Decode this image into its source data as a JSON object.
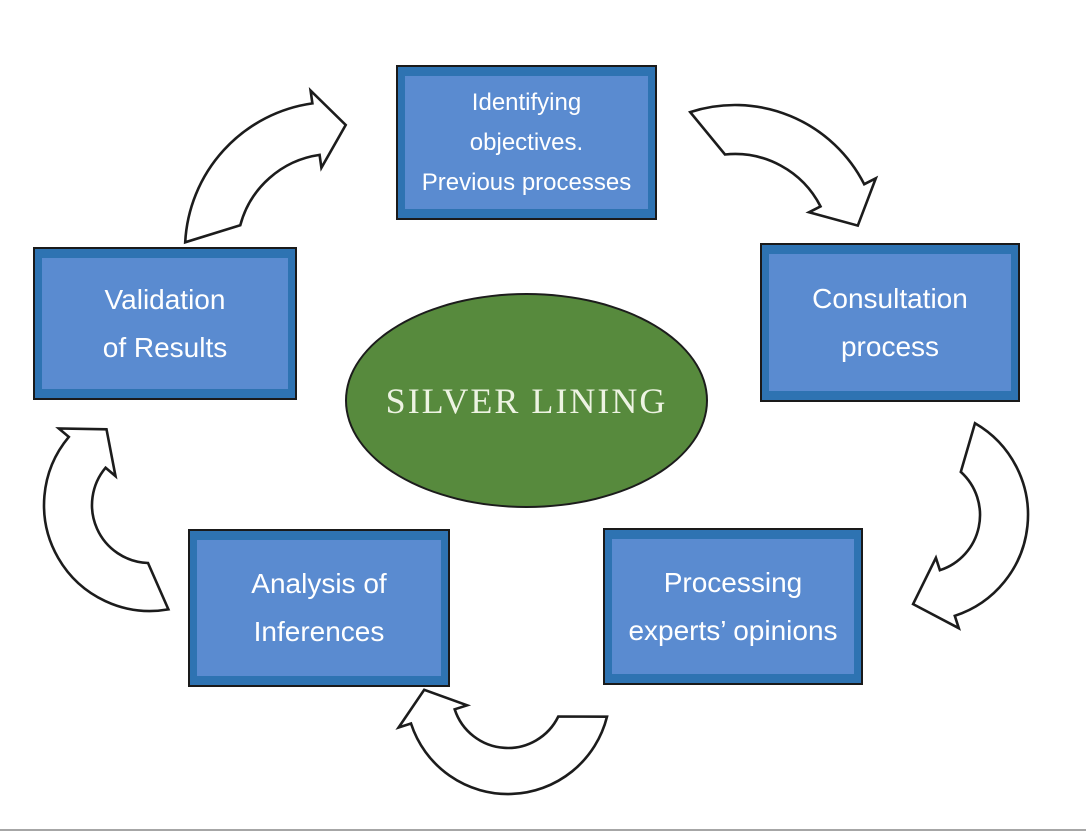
{
  "page": {
    "background": "#ffffff",
    "bottom_rule_color": "#a6a6a6"
  },
  "diagram": {
    "center_ellipse": {
      "label": "SILVER LINING",
      "fill": "#578a3d",
      "border": "#1c1c1c",
      "text_color": "#edf3e2"
    },
    "box_style": {
      "fill": "#5a8bd0",
      "band": "#2e73b2",
      "border": "#1a1a1a",
      "text_color": "#ffffff"
    },
    "arrow_style": {
      "fill": "#ffffff",
      "stroke": "#1c1c1c"
    },
    "nodes": [
      {
        "id": "identifying-objectives",
        "position": "top",
        "lines": [
          "Identifying",
          "objectives.",
          "Previous processes"
        ]
      },
      {
        "id": "consultation-process",
        "position": "right",
        "lines": [
          "Consultation",
          "process"
        ]
      },
      {
        "id": "processing-experts-opinions",
        "position": "bottom-right",
        "lines": [
          "Processing",
          "experts’ opinions"
        ]
      },
      {
        "id": "analysis-of-inferences",
        "position": "bottom-left",
        "lines": [
          "Analysis of",
          "Inferences"
        ]
      },
      {
        "id": "validation-of-results",
        "position": "left",
        "lines": [
          "Validation",
          "of Results"
        ]
      }
    ],
    "arrows": [
      {
        "from": "identifying-objectives",
        "to": "consultation-process"
      },
      {
        "from": "consultation-process",
        "to": "processing-experts-opinions"
      },
      {
        "from": "processing-experts-opinions",
        "to": "analysis-of-inferences"
      },
      {
        "from": "analysis-of-inferences",
        "to": "validation-of-results"
      },
      {
        "from": "validation-of-results",
        "to": "identifying-objectives"
      }
    ]
  }
}
